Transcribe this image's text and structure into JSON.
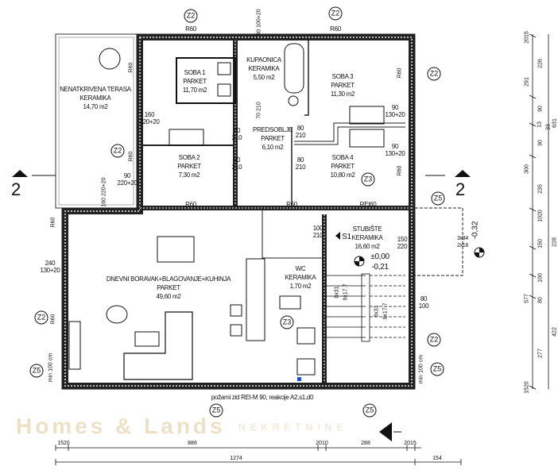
{
  "rooms": [
    {
      "name": "SOBA 1",
      "floor": "PARKET",
      "area": "11,70 m2"
    },
    {
      "name": "KUPAONICA",
      "floor": "KERAMIKA",
      "area": "5,50 m2"
    },
    {
      "name": "NENATKRIVENA TERASA",
      "floor": "KERAMIKA",
      "area": "14,70 m2"
    },
    {
      "name": "SOBA 3",
      "floor": "PARKET",
      "area": "11,30 m2"
    },
    {
      "name": "PREDSOBLJE",
      "floor": "PARKET",
      "area": "6,10 m2"
    },
    {
      "name": "SOBA 2",
      "floor": "PARKET",
      "area": "7,30 m2"
    },
    {
      "name": "SOBA 4",
      "floor": "PARKET",
      "area": "10,80 m2"
    },
    {
      "name": "DNEVNI BORAVAK+BLAGOVANJE+KUHINJA",
      "floor": "PARKET",
      "area": "49,60 m2"
    },
    {
      "name": "WC",
      "floor": "KERAMIKA",
      "area": "1,70 m2"
    },
    {
      "name": "STUBIŠTE",
      "floor": "KERAMIKA",
      "area": "16,60 m2"
    }
  ],
  "levels": {
    "entry": "±0,00",
    "stair": "-0,21",
    "outside": "-0,32",
    "stair_code": "S1"
  },
  "fire_wall_note": "požarni zid REI-M 90, reakcije A2,s1,d0",
  "tags": {
    "z2": "Z2",
    "z3": "Z3",
    "z5": "Z5"
  },
  "wall_label": "R60",
  "wall_label_rei": "REI60",
  "openings": {
    "d80_100_20": [
      "80",
      "100+20"
    ],
    "d160_220": [
      "160",
      "220+20"
    ],
    "d90_220": [
      "90",
      "220+20"
    ],
    "d240_130": [
      "240",
      "130+20"
    ],
    "d80_210": [
      "80",
      "210"
    ],
    "d90_130": [
      "90",
      "130+20"
    ],
    "d100_210": [
      "100",
      "210"
    ],
    "d150_220": [
      "150",
      "220"
    ],
    "d80_100": [
      "80",
      "100"
    ],
    "d70_210": [
      "70",
      "210"
    ],
    "min100": "min 100 cm",
    "steps1": "8x31",
    "steps2": "9x17.7",
    "steps3": "8x31",
    "steps4": "9x17.7",
    "ext_steps": [
      "3x34",
      "2x16"
    ]
  },
  "section_marker": "2",
  "dims_right_inner": [
    "2015",
    "226",
    "90",
    "13",
    "33",
    "90",
    "235",
    "1020",
    "150",
    "100",
    "80",
    "277",
    "1520"
  ],
  "dims_right_outer": [
    "291",
    "631",
    "300",
    "228",
    "577",
    "422"
  ],
  "dims_bottom_inner": [
    "1520",
    "886",
    "2010",
    "288",
    "2015"
  ],
  "dims_bottom_outer": [
    "1274",
    "154"
  ],
  "watermark": {
    "brand": "Homes & Lands",
    "sub": "NEKRETNINE"
  }
}
